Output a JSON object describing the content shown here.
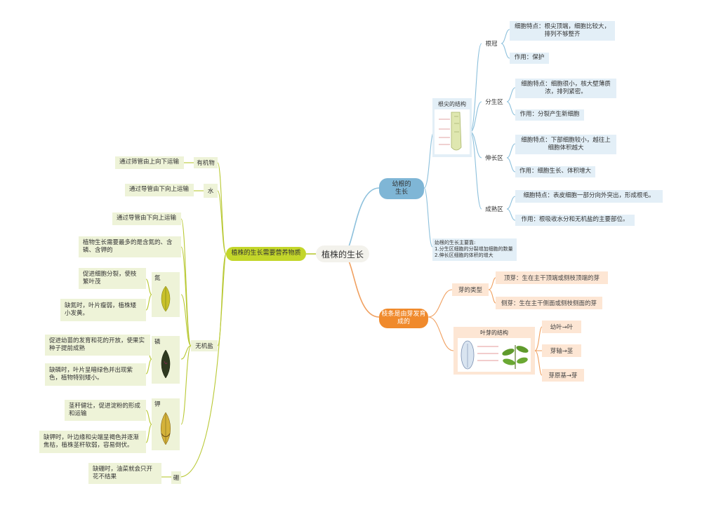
{
  "center": {
    "title": "植株的生长"
  },
  "root": {
    "title_line1": "幼根的",
    "title_line2": "生长",
    "structure_title": "根尖的结构",
    "zones": [
      {
        "name": "根冠",
        "feature": "细胞特点：根尖顶端，细胞比较大，排列不够整齐",
        "function": "作用：保护"
      },
      {
        "name": "分生区",
        "feature": "细胞特点：细胞很小，核大壁薄质浓，排列紧密。",
        "function": "作用：分裂产生新细胞"
      },
      {
        "name": "伸长区",
        "feature": "细胞特点：下部细胞较小，越往上细胞体积越大",
        "function": "作用：细胞生长、体积增大"
      },
      {
        "name": "成熟区",
        "feature": "细胞特点：表皮细胞一部分向外突出，形成根毛。",
        "function": "作用：根吸收水分和无机盐的主要部位。"
      }
    ],
    "growth_note_title": "幼根的生长主要靠:",
    "growth_note_1": "1.分生区细胞的分裂增加细胞的数量",
    "growth_note_2": "2.伸长区细胞的体积的增大"
  },
  "branch": {
    "title_line1": "枝条是由芽发育",
    "title_line2": "成的",
    "bud_type_label": "芽的类型",
    "terminal_bud": "顶芽：生在主干顶端或侧枝顶端的芽",
    "lateral_bud": "侧芽：生在主干侧面或侧枝侧面的芽",
    "leaf_bud_title": "叶芽的结构",
    "mappings": [
      "幼叶→叶",
      "芽轴→茎",
      "芽原基→芽"
    ]
  },
  "nutrients": {
    "title": "植株的生长需要营养物质",
    "organic": {
      "label": "有机物",
      "desc": "通过筛管由上向下运输"
    },
    "water": {
      "label": "水",
      "desc": "通过导管由下向上运输"
    },
    "inorganic": {
      "label": "无机盐",
      "transport": "通过导管由下向上运输",
      "most_needed": "植物生长需要最多的是含氮的、含磷、含钾的",
      "nitrogen": {
        "label": "氮",
        "benefit": "促进细胞分裂，使枝繁叶茂",
        "deficiency": "缺氮时，叶片瘦弱，植株矮小发黄。"
      },
      "phosphorus": {
        "label": "磷",
        "benefit": "促进幼苗的发育和花的开放，使果实种子提前成熟",
        "deficiency": "缺磷时，叶片呈暗绿色并出现紫色，植物特别矮小。"
      },
      "potassium": {
        "label": "钾",
        "benefit": "茎秆健壮，促进淀粉的形成和运输",
        "deficiency": "缺钾时，叶边缘和尖端呈褐色并逐渐焦枯，植株茎秆软弱，容易倒伏。"
      },
      "boron": {
        "label": "硼",
        "deficiency": "缺硼时，油菜就会只开花不结果"
      }
    }
  },
  "colors": {
    "blue": "#7fb6d6",
    "orange": "#f08a2c",
    "green": "#c3d62a",
    "blue_line": "#8cc0dc",
    "orange_line": "#f0a060",
    "green_line": "#b8c832"
  }
}
